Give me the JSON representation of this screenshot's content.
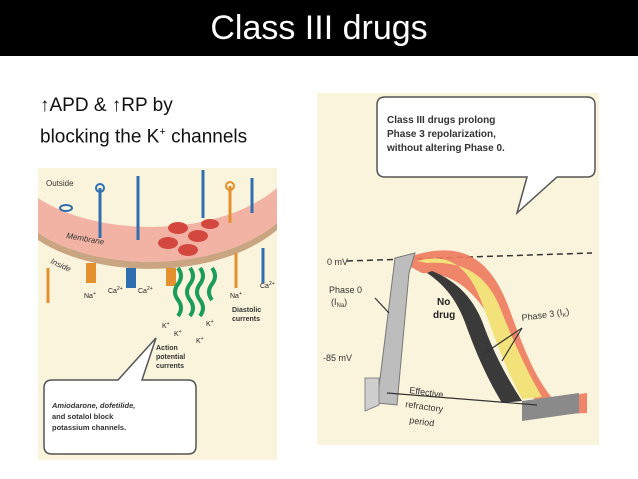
{
  "slide": {
    "title": "Class III drugs",
    "bullet_line1": "↑APD  & ↑RP by",
    "bullet_line2_prefix": "blocking the K",
    "bullet_line2_sup": "+",
    "bullet_line2_suffix": " channels"
  },
  "figure_left": {
    "label_outside": "Outside",
    "label_membrane": "Membrane",
    "label_inside": "Inside",
    "ion_na": "Na",
    "ion_na_sup": "+",
    "ion_ca": "Ca",
    "ion_ca_sup": "2+",
    "ion_k": "K",
    "ion_k_sup": "+",
    "label_diastolic": "Diastolic",
    "label_currents": "currents",
    "label_action": "Action",
    "label_potential": "potential",
    "label_currents2": "currents",
    "callout_line1": "Amiodarone, dofetilide,",
    "callout_line2": "and sotalol block",
    "callout_line3": "potassium channels."
  },
  "figure_right": {
    "callout_line1": "Class III drugs prolong",
    "callout_line2": "Phase 3 repolarization,",
    "callout_line3": "without altering Phase 0.",
    "zero_mv": "0 mV",
    "minus85_mv": "-85 mV",
    "phase0_line1": "Phase 0",
    "phase0_line2": "(I",
    "phase0_sub": "Na",
    "phase0_close": ")",
    "no_drug_line1": "No",
    "no_drug_line2": "drug",
    "phase3": "Phase 3 (I",
    "phase3_sub": "K",
    "phase3_close": ")",
    "erp_line1": "Effective",
    "erp_line2": "refractory",
    "erp_line3": "period"
  },
  "colors": {
    "title_bg": "#000000",
    "title_fg": "#ffffff",
    "figure_bg": "#fbf4dc",
    "membrane_pink": "#f2b3a5",
    "drug_curve": "#ee7a5c",
    "no_drug_curve": "#3a3a3a",
    "channel_green": "#1a9c5a",
    "channel_blue": "#2f6fb0",
    "channel_orange": "#e5902e"
  }
}
